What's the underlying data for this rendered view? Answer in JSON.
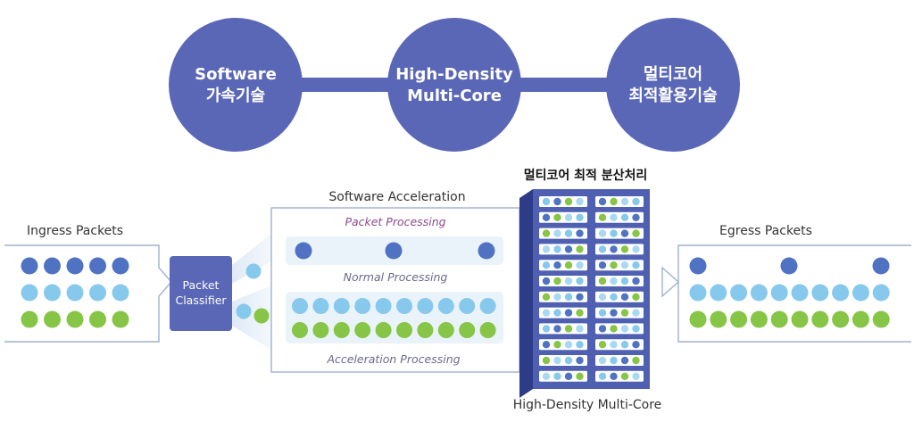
{
  "top": {
    "circles": [
      {
        "line1": "Software",
        "line2": "가속기술"
      },
      {
        "line1": "High-Density",
        "line2": "Multi-Core"
      },
      {
        "line1": "멀티코어",
        "line2": "최적활용기술"
      }
    ]
  },
  "labels": {
    "ingress": "Ingress Packets",
    "egress": "Egress Packets",
    "software_acceleration": "Software Acceleration",
    "multicore_title": "멀티코어 최적 분산처리",
    "multicore_caption": "High-Density Multi-Core",
    "packet_processing": "Packet Processing",
    "normal_processing": "Normal Processing",
    "acceleration_processing": "Acceleration Processing",
    "classifier_line1": "Packet",
    "classifier_line2": "Classifier"
  },
  "colors": {
    "primary": "#5a67b6",
    "dark_dot": "#4f73c2",
    "light_dot": "#87c9ec",
    "green_dot": "#86c545",
    "panel_bg": "#eaf3fa",
    "rack_front": "#4f5fb1",
    "rack_side": "#2e3b86"
  }
}
